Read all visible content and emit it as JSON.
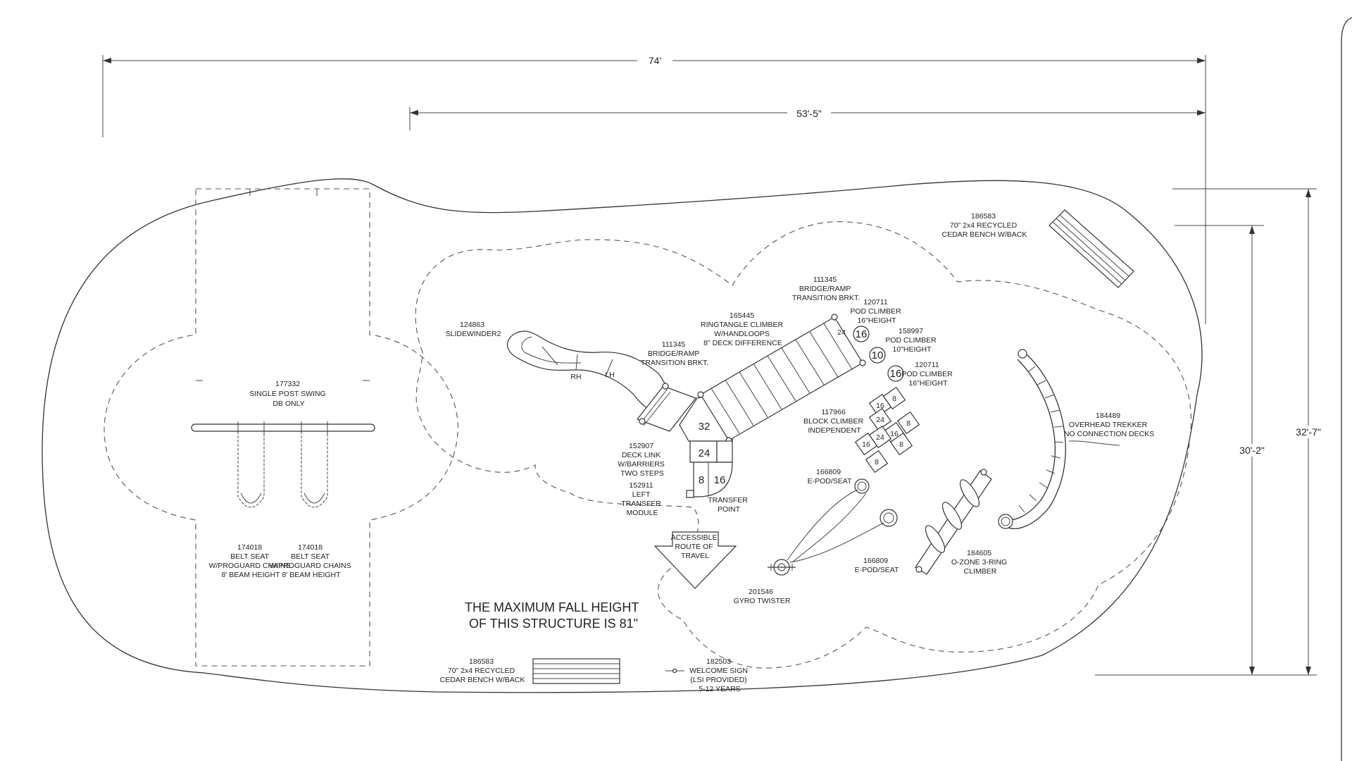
{
  "dimensions": {
    "overall_width": "74'",
    "structure_width": "53'-5\"",
    "depth_inner": "30'-2\"",
    "depth_outer": "32'-7\""
  },
  "components": {
    "swing": [
      "177332",
      "SINGLE POST SWING",
      "DB ONLY"
    ],
    "belt_seat_left": [
      "174018",
      "BELT SEAT",
      "W/PROGUARD CHAINS",
      "8' BEAM HEIGHT"
    ],
    "belt_seat_right": [
      "174018",
      "BELT SEAT",
      "W/PROGUARD CHAINS",
      "8' BEAM HEIGHT"
    ],
    "slidewinder": [
      "124863",
      "SLIDEWINDER2"
    ],
    "slide_rh": "RH",
    "slide_lh": "LH",
    "bridge_left": [
      "111345",
      "BRIDGE/RAMP",
      "TRANSITION BRKT."
    ],
    "bridge_top": [
      "111345",
      "BRIDGE/RAMP",
      "TRANSITION BRKT."
    ],
    "ringtangle": [
      "165445",
      "RINGTANGLE CLIMBER",
      "W/HANDLOOPS",
      "8\" DECK DIFFERENCE"
    ],
    "pod_climber_1": [
      "120711",
      "POD CLIMBER",
      "16\"HEIGHT"
    ],
    "pod_climber_2": [
      "158997",
      "POD CLIMBER",
      "10\"HEIGHT"
    ],
    "pod_climber_3": [
      "120711",
      "POD CLIMBER",
      "16\"HEIGHT"
    ],
    "bench_top": [
      "186583",
      "70\" 2x4 RECYCLED",
      "CEDAR BENCH W/BACK"
    ],
    "bench_bottom": [
      "186583",
      "70\" 2x4 RECYCLED",
      "CEDAR BENCH W/BACK"
    ],
    "deck_link": [
      "152907",
      "DECK LINK",
      "W/BARRIERS",
      "TWO STEPS"
    ],
    "transfer_module": [
      "152911",
      "LEFT",
      "TRANSFER",
      "MODULE"
    ],
    "transfer_point": [
      "TRANSFER",
      "POINT"
    ],
    "block_climber": [
      "117966",
      "BLOCK CLIMBER",
      "INDEPENDENT"
    ],
    "epod_1": [
      "166809",
      "E-POD/SEAT"
    ],
    "epod_2": [
      "166809",
      "E-POD/SEAT"
    ],
    "overhead_trekker": [
      "184489",
      "OVERHEAD TREKKER",
      "NO CONNECTION DECKS"
    ],
    "ozone": [
      "184605",
      "O-ZONE 3-RING",
      "CLIMBER"
    ],
    "gyro": [
      "201546",
      "GYRO TWISTER"
    ],
    "welcome_sign": [
      "182503",
      "WELCOME SIGN",
      "(LSI PROVIDED)",
      "5-12 YEARS"
    ],
    "accessible_route": [
      "ACCESSIBLE",
      "ROUTE OF",
      "TRAVEL"
    ]
  },
  "deck_heights": {
    "main_deck": "32",
    "step_24": "24",
    "step_16": "16",
    "step_8": "8",
    "pod_16_a": "16",
    "pod_10": "10",
    "pod_16_b": "16",
    "ring_24": "24"
  },
  "block_climber_heights": [
    "16",
    "8",
    "24",
    "8",
    "16",
    "16",
    "24",
    "8",
    "8"
  ],
  "fall_height_note": [
    "THE MAXIMUM FALL HEIGHT",
    "OF THIS STRUCTURE IS 81\""
  ]
}
